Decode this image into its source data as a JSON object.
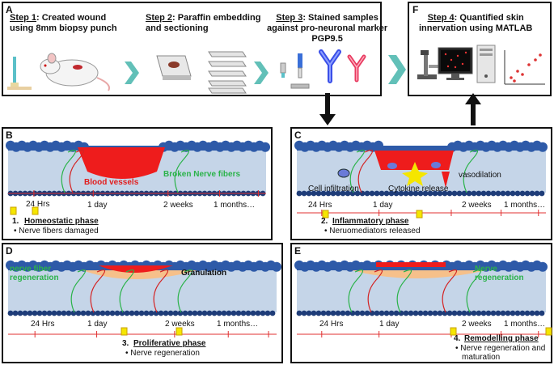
{
  "panels": {
    "A": {
      "label": "A",
      "step1": {
        "prefix": "Step 1",
        "text": ": Created wound",
        "line2": "using 8mm biopsy punch"
      },
      "step2": {
        "prefix": "Step 2",
        "text": ": Paraffin embedding",
        "line2": "and sectioning"
      },
      "step3": {
        "prefix": "Step 3",
        "text": ": Stained samples",
        "line2": "against pro-neuronal marker",
        "line3": "PGP9.5"
      }
    },
    "F": {
      "label": "F",
      "step4": {
        "prefix": "Step 4",
        "text": ": Quantified skin",
        "line2": "innervation using MATLAB"
      }
    },
    "B": {
      "label": "B",
      "annotations": {
        "blood_vessels": "Blood vessels",
        "broken_nerves": "Broken Nerve fibers"
      },
      "timeline": [
        "24 Hrs",
        "1 day",
        "2 weeks",
        "1 months…"
      ],
      "phase_num": "1.",
      "phase": "Homeostatic  phase",
      "bullet": "• Nerve fibers damaged"
    },
    "C": {
      "label": "C",
      "annotations": {
        "vasodilation": "vasodilation",
        "cell_infiltration": "Cell infiltration",
        "cytokine": "Cytokine release"
      },
      "timeline": [
        "24 Hrs",
        "1 day",
        "2 weeks",
        "1 months…"
      ],
      "phase_num": "2.",
      "phase": "Inflammatory  phase",
      "bullet": "• Neruomediators released"
    },
    "D": {
      "label": "D",
      "annotations": {
        "nerve_regen_1": "nerve fiber",
        "nerve_regen_2": "regeneration",
        "granulation": "Granulation"
      },
      "timeline": [
        "24 Hrs",
        "1 day",
        "2 weeks",
        "1 months…"
      ],
      "phase_num": "3.",
      "phase": "Proliferative phase",
      "bullet": "• Nerve regeneration"
    },
    "E": {
      "label": "E",
      "annotations": {
        "nerve_1": "Nerve",
        "nerve_2": "regeneration"
      },
      "timeline": [
        "24 Hrs",
        "1 day",
        "2 weeks",
        "1 months…"
      ],
      "phase_num": "4.",
      "phase": "Remodelling phase",
      "bullet": "• Nerve regeneration and",
      "bullet2": "maturation"
    }
  },
  "colors": {
    "epidermis": "#2e5aa8",
    "dermis": "#c5d5e8",
    "wound": "#ee1c1c",
    "nerve": "#2bb34a",
    "timeline": "#e03030",
    "marker": "#f5e600",
    "arrow_teal": "#62c0b8"
  }
}
